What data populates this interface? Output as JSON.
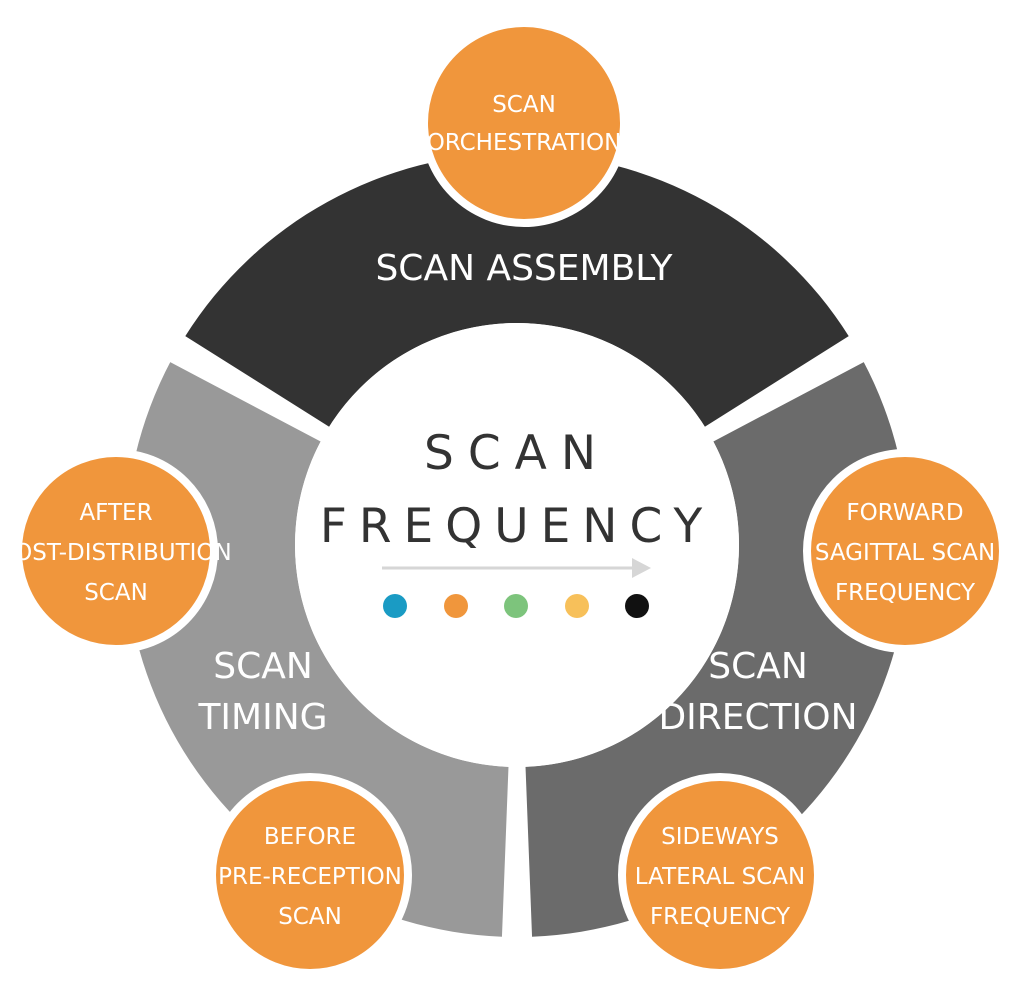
{
  "center": {
    "title_line1": "SCAN",
    "title_line2": "FREQUENCY",
    "dot_colors": [
      "#1a9bc4",
      "#f0963c",
      "#7dc47c",
      "#f7c05a",
      "#111111"
    ]
  },
  "segments": {
    "top": {
      "line1": "SCAN ASSEMBLY",
      "color": "#333333"
    },
    "left": {
      "line1": "SCAN",
      "line2": "TIMING",
      "color": "#999999"
    },
    "right": {
      "line1": "SCAN",
      "line2": "DIRECTION",
      "color": "#6b6b6b"
    }
  },
  "nodes": {
    "top": {
      "lines": [
        "SCAN",
        "ORCHESTRATION"
      ]
    },
    "left": {
      "lines": [
        "AFTER",
        "POST-DISTRIBUTION",
        "SCAN"
      ]
    },
    "right": {
      "lines": [
        "FORWARD",
        "SAGITTAL SCAN",
        "FREQUENCY"
      ]
    },
    "bottom_left": {
      "lines": [
        "BEFORE",
        "PRE-RECEPTION",
        "SCAN"
      ]
    },
    "bottom_right": {
      "lines": [
        "SIDEWAYS",
        "LATERAL SCAN",
        "FREQUENCY"
      ]
    }
  },
  "colors": {
    "node_fill": "#f0963c",
    "arrow": "#d6d6d6"
  }
}
